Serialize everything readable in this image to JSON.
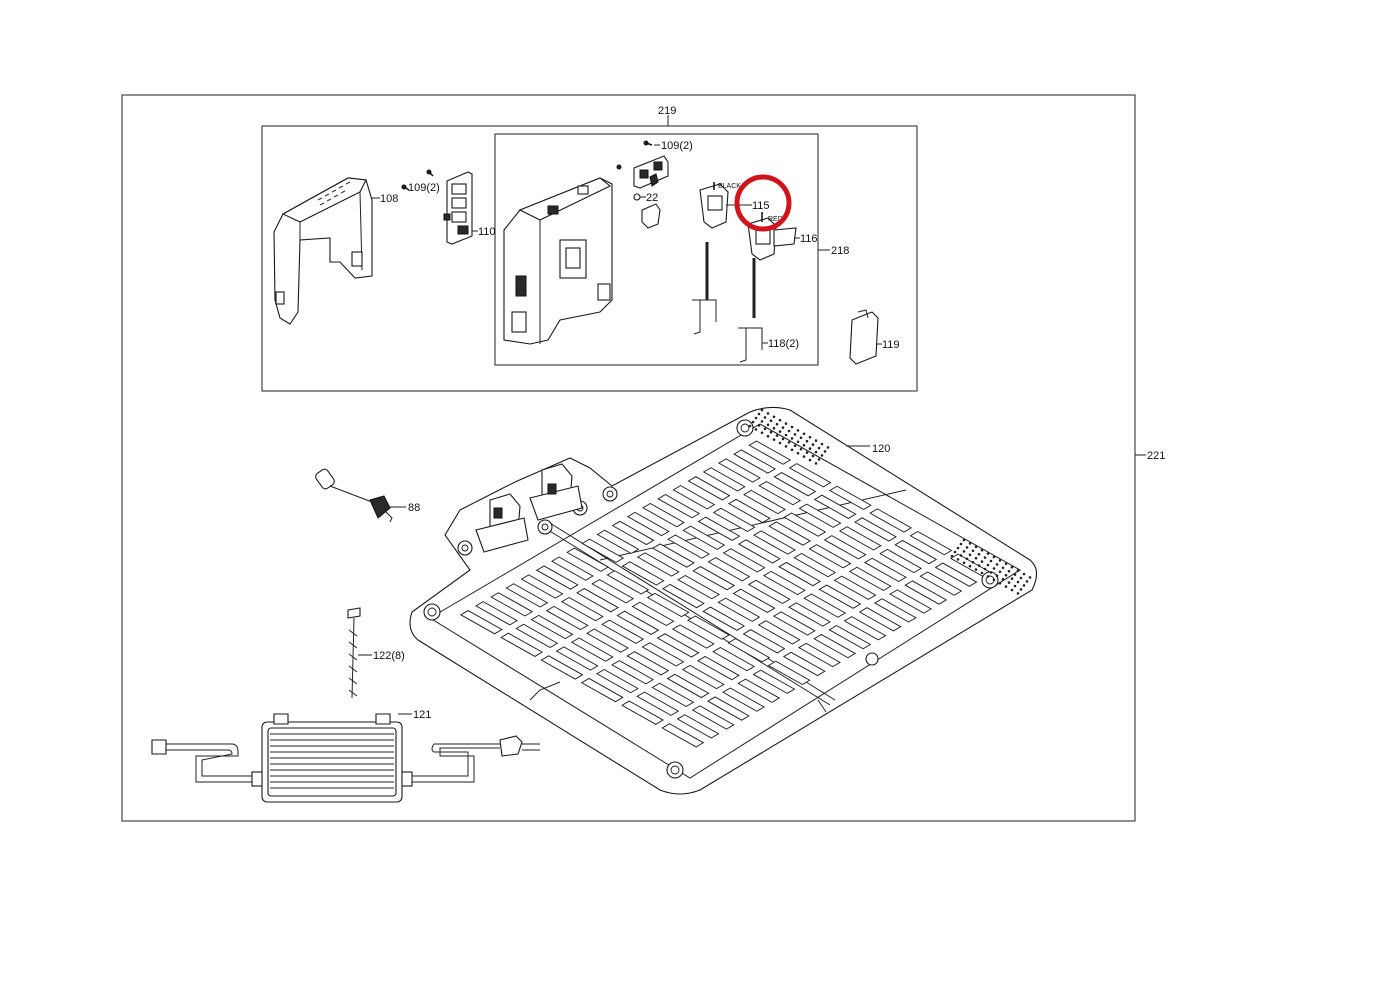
{
  "callouts": {
    "c219": "219",
    "c109a": "109(2)",
    "c109b": "109(2)",
    "c108": "108",
    "c110": "110",
    "c22": "22",
    "c115": "115",
    "c116": "116",
    "c218": "218",
    "c118": "118(2)",
    "c119": "119",
    "c120": "120",
    "c221": "221",
    "c88": "88",
    "c122": "122(8)",
    "c121": "121"
  },
  "wire_labels": {
    "black": "BLACK",
    "red": "RED"
  },
  "highlight": {
    "color": "#d0141c",
    "target": "115"
  }
}
